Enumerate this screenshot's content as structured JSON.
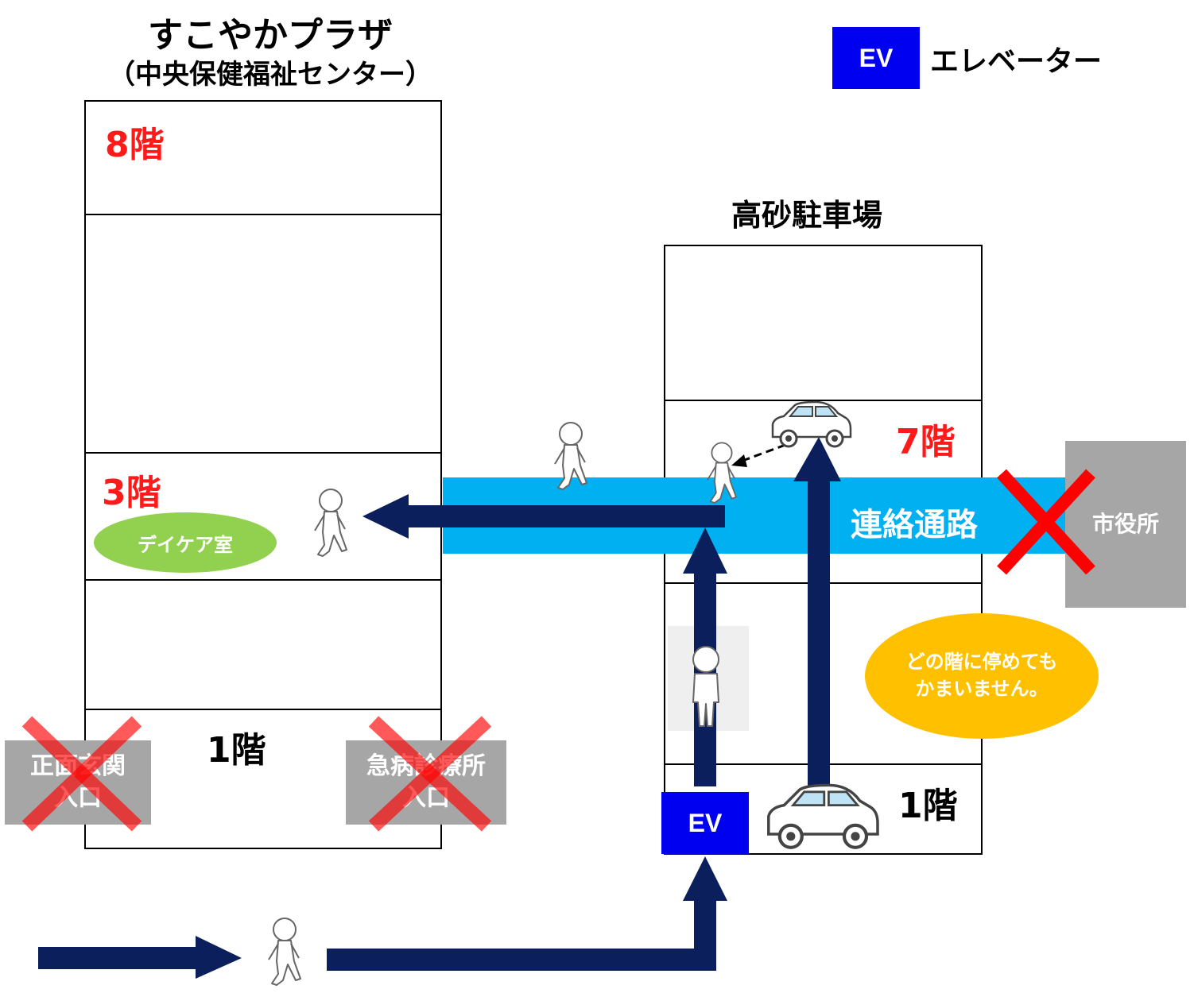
{
  "legend": {
    "ev_label": "EV",
    "ev_text": "エレベーター"
  },
  "plaza": {
    "title_line1": "すこやかプラザ",
    "title_line2": "（中央保健福祉センター）",
    "floor_8": "8階",
    "floor_3": "3階",
    "floor_1": "1階",
    "daycare": "デイケア室",
    "front_entrance_line1": "正面玄関",
    "front_entrance_line2": "入口",
    "emergency_entrance_line1": "急病診療所",
    "emergency_entrance_line2": "入口"
  },
  "parking": {
    "title": "高砂駐車場",
    "floor_7": "7階",
    "floor_1": "1階",
    "ev_label": "EV",
    "note_line1": "どの階に停めても",
    "note_line2": "かまいません。"
  },
  "corridor": {
    "label": "連絡通路"
  },
  "city_hall": {
    "label": "市役所"
  },
  "colors": {
    "arrow": "#0a1f5c",
    "corridor": "#00b0f0",
    "ev": "#0000f0",
    "floor_red": "#ff1a1a",
    "daycare": "#92d050",
    "note": "#ffc000",
    "gray": "#a6a6a6",
    "cross": "#ff0000"
  },
  "icons": [
    "walking-person-icon",
    "standing-person-icon",
    "car-icon",
    "cross-mark-icon",
    "arrow-icon"
  ]
}
